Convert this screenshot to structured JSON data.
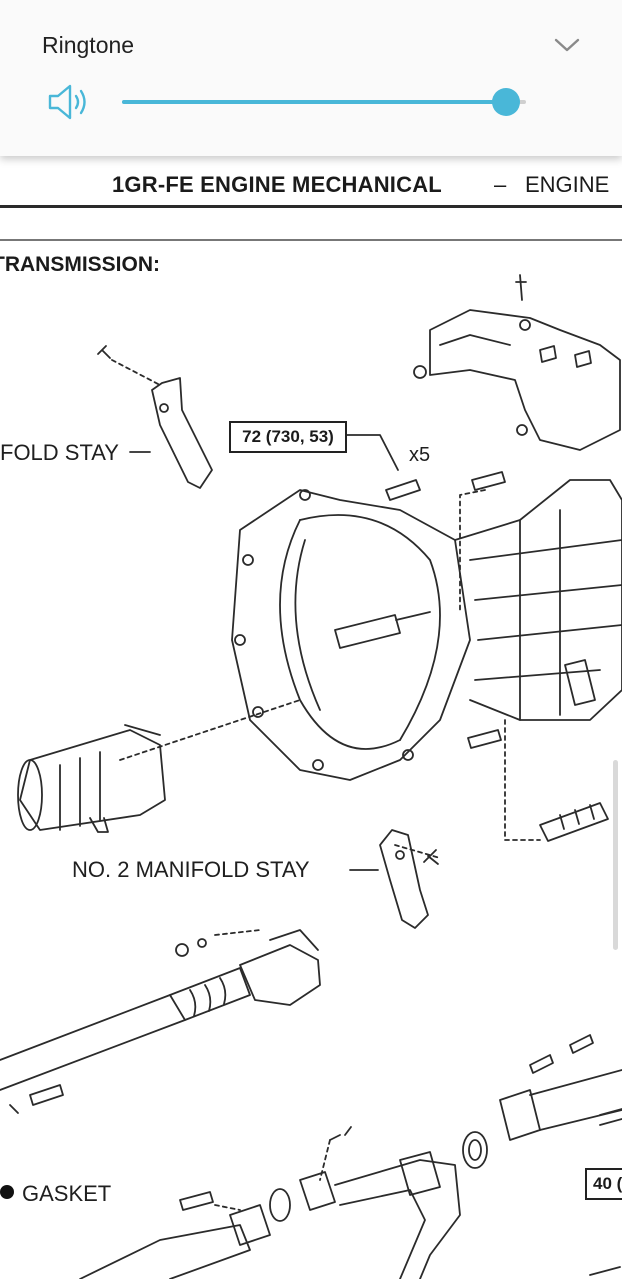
{
  "volume_panel": {
    "title": "Ringtone",
    "level_fraction": 0.95,
    "accent_color": "#49b7d8",
    "icons": {
      "expand": "chevron-down-icon",
      "speaker": "speaker-icon"
    }
  },
  "manual": {
    "header": {
      "main": "1GR-FE ENGINE MECHANICAL",
      "dash": "–",
      "sub": "ENGINE"
    },
    "section_title": "TRANSMISSION:",
    "labels": {
      "manifold_stay": "FOLD STAY",
      "no2_manifold_stay": "NO. 2 MANIFOLD STAY",
      "gasket": "GASKET",
      "x5": "x5"
    },
    "torque": {
      "spec1": "72 (730, 53)",
      "spec2": "40 ("
    }
  }
}
